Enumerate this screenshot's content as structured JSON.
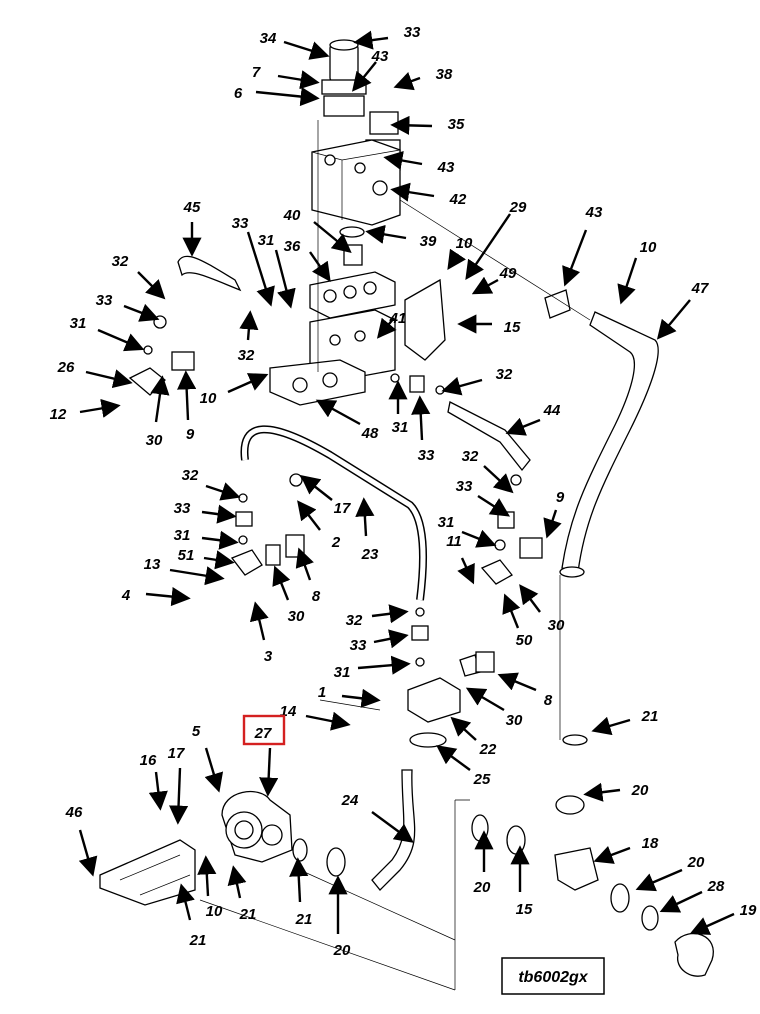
{
  "drawing_id": "tb6002gx",
  "highlighted_callout": "27",
  "colors": {
    "line": "#000000",
    "highlight": "#d42020",
    "background": "#ffffff"
  },
  "callouts": [
    {
      "label": "34"
    },
    {
      "label": "33"
    },
    {
      "label": "7"
    },
    {
      "label": "43"
    },
    {
      "label": "38"
    },
    {
      "label": "6"
    },
    {
      "label": "35"
    },
    {
      "label": "43"
    },
    {
      "label": "42"
    },
    {
      "label": "45"
    },
    {
      "label": "29"
    },
    {
      "label": "43"
    },
    {
      "label": "10"
    },
    {
      "label": "47"
    },
    {
      "label": "33"
    },
    {
      "label": "40"
    },
    {
      "label": "39"
    },
    {
      "label": "10"
    },
    {
      "label": "32"
    },
    {
      "label": "31"
    },
    {
      "label": "36"
    },
    {
      "label": "49"
    },
    {
      "label": "33"
    },
    {
      "label": "32"
    },
    {
      "label": "15"
    },
    {
      "label": "31"
    },
    {
      "label": "41"
    },
    {
      "label": "26"
    },
    {
      "label": "32"
    },
    {
      "label": "12"
    },
    {
      "label": "10"
    },
    {
      "label": "30"
    },
    {
      "label": "9"
    },
    {
      "label": "31"
    },
    {
      "label": "33"
    },
    {
      "label": "48"
    },
    {
      "label": "44"
    },
    {
      "label": "32"
    },
    {
      "label": "32"
    },
    {
      "label": "17"
    },
    {
      "label": "33"
    },
    {
      "label": "9"
    },
    {
      "label": "2"
    },
    {
      "label": "33"
    },
    {
      "label": "23"
    },
    {
      "label": "31"
    },
    {
      "label": "31"
    },
    {
      "label": "11"
    },
    {
      "label": "51"
    },
    {
      "label": "13"
    },
    {
      "label": "50"
    },
    {
      "label": "30"
    },
    {
      "label": "8"
    },
    {
      "label": "30"
    },
    {
      "label": "4"
    },
    {
      "label": "32"
    },
    {
      "label": "3"
    },
    {
      "label": "33"
    },
    {
      "label": "31"
    },
    {
      "label": "8"
    },
    {
      "label": "1"
    },
    {
      "label": "30"
    },
    {
      "label": "14"
    },
    {
      "label": "21"
    },
    {
      "label": "27"
    },
    {
      "label": "22"
    },
    {
      "label": "5"
    },
    {
      "label": "25"
    },
    {
      "label": "20"
    },
    {
      "label": "16"
    },
    {
      "label": "17"
    },
    {
      "label": "24"
    },
    {
      "label": "46"
    },
    {
      "label": "18"
    },
    {
      "label": "21"
    },
    {
      "label": "20"
    },
    {
      "label": "20"
    },
    {
      "label": "15"
    },
    {
      "label": "10"
    },
    {
      "label": "21"
    },
    {
      "label": "28"
    },
    {
      "label": "21"
    },
    {
      "label": "20"
    },
    {
      "label": "19"
    }
  ]
}
